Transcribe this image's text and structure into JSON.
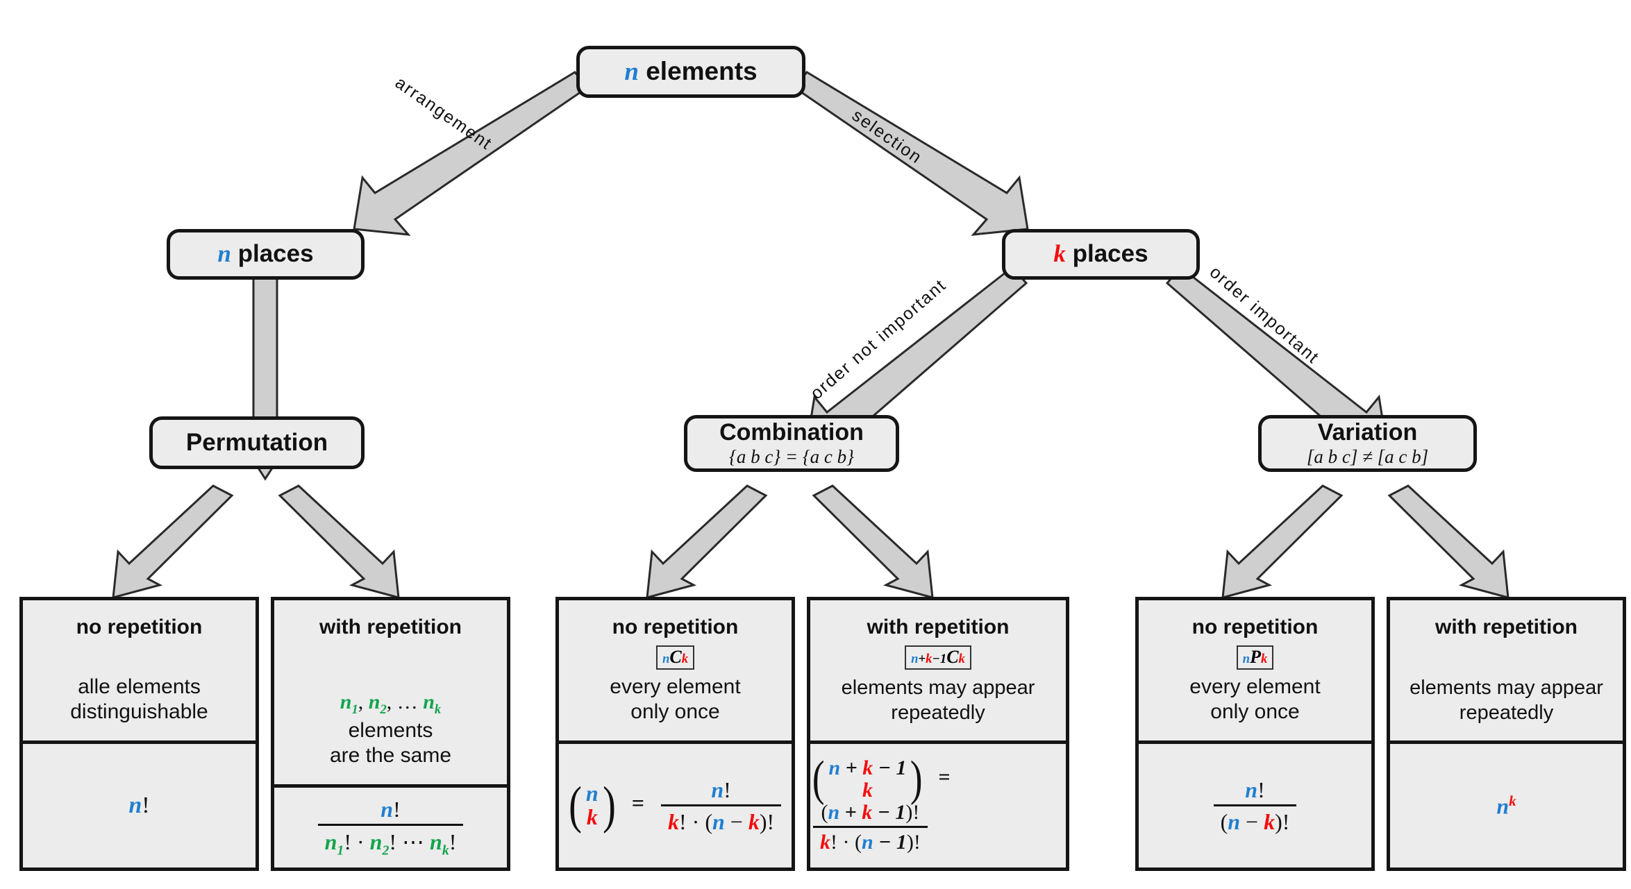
{
  "diagram": {
    "title": "Combinatorics decision tree",
    "colors": {
      "n": "#1f7fd0",
      "k": "#f50c0c",
      "ni": "#13a44d",
      "box_fill": "#ececec",
      "box_stroke": "#151515",
      "arrow_fill": "#cfcfcf"
    }
  },
  "nodes": {
    "root": {
      "label_var": "n",
      "label_text": " elements"
    },
    "n_places": {
      "label_var": "n",
      "label_text": " places"
    },
    "k_places": {
      "label_var": "k",
      "label_text": " places"
    },
    "permutation": {
      "title": "Permutation",
      "subtitle": ""
    },
    "combination": {
      "title": "Combination",
      "subtitle": "{a b c} = {a c b}"
    },
    "variation": {
      "title": "Variation",
      "subtitle": "[a b c] ≠ [a c b]"
    }
  },
  "edge_labels": {
    "arrangement": "arrangement",
    "selection": "selection",
    "order_not_important": "order not important",
    "order_important": "order important"
  },
  "leaves": [
    {
      "id": "permutation-no-repetition",
      "header": "no repetition",
      "notation": "",
      "description": "alle elements\ndistinguishable",
      "formula_plain": "n!"
    },
    {
      "id": "permutation-with-repetition",
      "header": "with repetition",
      "notation": "",
      "description": "n₁, n₂, … nₖ elements\nare the same",
      "formula_plain": "n! / (n₁! · n₂! ⋯ nₖ!)"
    },
    {
      "id": "combination-no-repetition",
      "header": "no repetition",
      "notation": "nCk",
      "description": "every element\nonly once",
      "formula_plain": "(n choose k) = n! / (k! · (n − k)!)"
    },
    {
      "id": "combination-with-repetition",
      "header": "with repetition",
      "notation": "n+k-1Ck",
      "description": "elements may appear\nrepeatedly",
      "formula_plain": "(n+k−1 choose k) = (n + k − 1)! / (k! · (n − 1)!)"
    },
    {
      "id": "variation-no-repetition",
      "header": "no repetition",
      "notation": "nPk",
      "description": "every element\nonly once",
      "formula_plain": "n! / (n − k)!"
    },
    {
      "id": "variation-with-repetition",
      "header": "with repetition",
      "notation": "",
      "description": "elements may appear\nrepeatedly",
      "formula_plain": "nᵏ"
    }
  ],
  "symbols": {
    "n": "n",
    "k": "k",
    "one": "1",
    "bang": "!",
    "dot": "·",
    "minus": "−",
    "plus": "+",
    "equals": "=",
    "ellipsis": "⋯",
    "C": "C",
    "P": "P",
    "n1": "n",
    "n2": "n",
    "nk": "n",
    "sub1": "1",
    "sub2": "2",
    "subk": "k"
  }
}
